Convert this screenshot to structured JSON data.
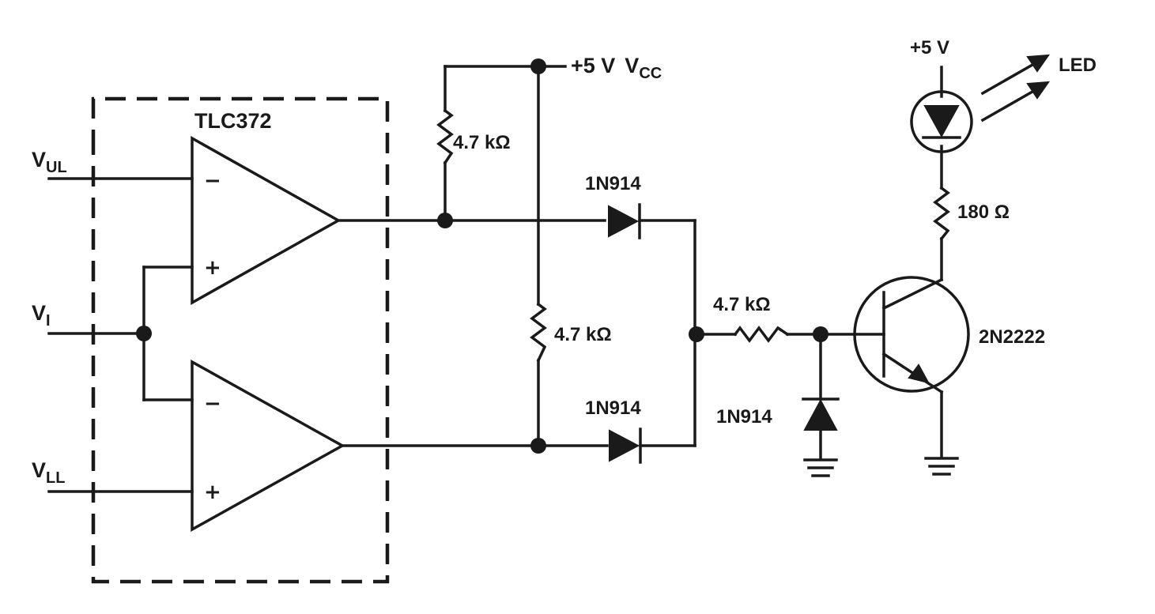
{
  "diagram": {
    "ic_label": "TLC372",
    "inputs": {
      "vul": {
        "main": "V",
        "sub": "UL"
      },
      "vi": {
        "main": "V",
        "sub": "I"
      },
      "vll": {
        "main": "V",
        "sub": "LL"
      }
    },
    "comparator_signs": {
      "upper_minus": "−",
      "upper_plus": "+",
      "lower_minus": "−",
      "lower_plus": "+"
    },
    "supply_vcc": {
      "value": "+5 V",
      "name": "V",
      "sub": "CC"
    },
    "supply_led": "+5 V",
    "resistors": {
      "pullup_upper": "4.7 kΩ",
      "pullup_lower": "4.7 kΩ",
      "base": "4.7 kΩ",
      "led_series": "180 Ω"
    },
    "diodes": {
      "upper": "1N914",
      "lower": "1N914",
      "clamp": "1N914"
    },
    "transistor": "2N2222",
    "led": "LED",
    "colors": {
      "ink": "#1a1a1a",
      "background": "#ffffff"
    }
  }
}
